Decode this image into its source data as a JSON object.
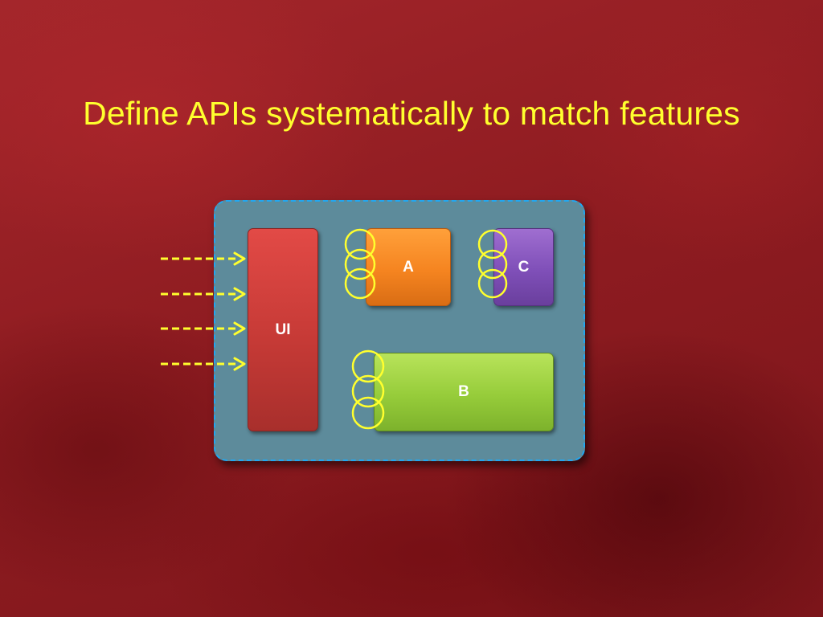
{
  "slide": {
    "title": "Define APIs systematically to match features"
  },
  "diagram": {
    "blocks": [
      {
        "id": "ui",
        "label": "UI",
        "color": "#c63a36"
      },
      {
        "id": "a",
        "label": "A",
        "color": "#f58420"
      },
      {
        "id": "c",
        "label": "C",
        "color": "#7f4fb8"
      },
      {
        "id": "b",
        "label": "B",
        "color": "#96cc3a"
      }
    ],
    "container_color": "#5d8b9b",
    "container_border_color": "#21a7f0",
    "connector_color": "#ffff2e",
    "incoming_arrow_count": 4,
    "interface_rings_per_block": 3
  }
}
